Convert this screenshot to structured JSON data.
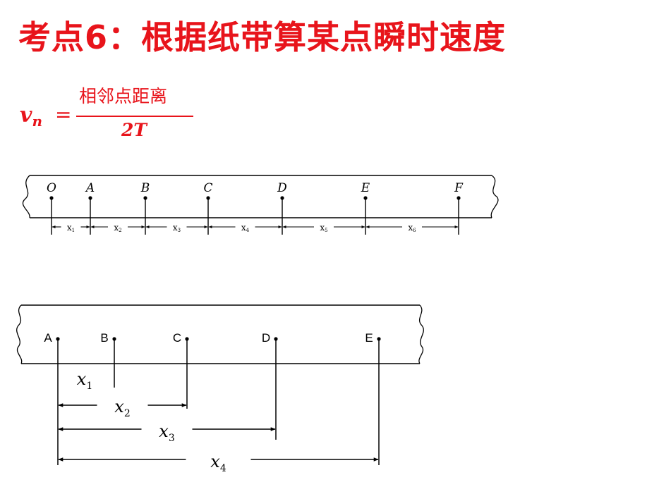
{
  "title": "考点6：根据纸带算某点瞬时速度",
  "formula": {
    "lhs_symbol": "v",
    "lhs_subscript": "n",
    "equals": "=",
    "numerator": "相邻点距离",
    "denominator": "2T"
  },
  "colors": {
    "accent": "#e8141b",
    "ink": "#000000"
  },
  "tape1": {
    "points": [
      "O",
      "A",
      "B",
      "C",
      "D",
      "E",
      "F"
    ],
    "segments": [
      {
        "base": "x",
        "sub": "1"
      },
      {
        "base": "x",
        "sub": "2"
      },
      {
        "base": "x",
        "sub": "3"
      },
      {
        "base": "x",
        "sub": "4"
      },
      {
        "base": "x",
        "sub": "5"
      },
      {
        "base": "x",
        "sub": "6"
      }
    ]
  },
  "tape2": {
    "points": [
      "A",
      "B",
      "C",
      "D",
      "E"
    ],
    "distances": [
      {
        "base": "x",
        "sub": "1"
      },
      {
        "base": "x",
        "sub": "2"
      },
      {
        "base": "x",
        "sub": "3"
      },
      {
        "base": "x",
        "sub": "4"
      }
    ]
  }
}
